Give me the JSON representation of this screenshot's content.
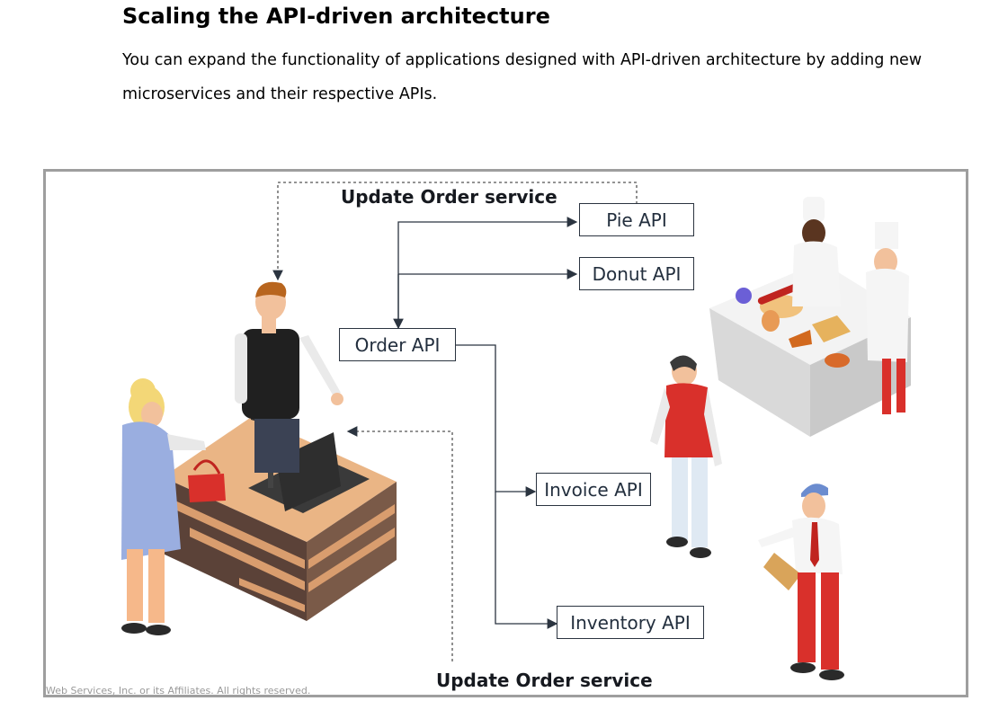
{
  "page": {
    "title": "Scaling the API-driven architecture",
    "intro": "You can expand the functionality of applications designed with API-driven architecture by adding new microservices and their respective APIs."
  },
  "diagram": {
    "top_label": "Update Order service",
    "bottom_label": "Update Order service",
    "apis": {
      "pie": "Pie API",
      "donut": "Donut API",
      "order": "Order API",
      "invoice": "Invoice API",
      "inventory": "Inventory API"
    },
    "copyright": "Web Services, Inc. or its Affiliates. All rights reserved."
  },
  "colors": {
    "connector": "#2b3440",
    "frame": "#9e9e9e",
    "counter_top": "#e8b483",
    "counter_side": "#5b4238",
    "chef_table": "#efefef",
    "waiter_vest": "#d9302b",
    "customer_dress": "#9aaee0"
  }
}
